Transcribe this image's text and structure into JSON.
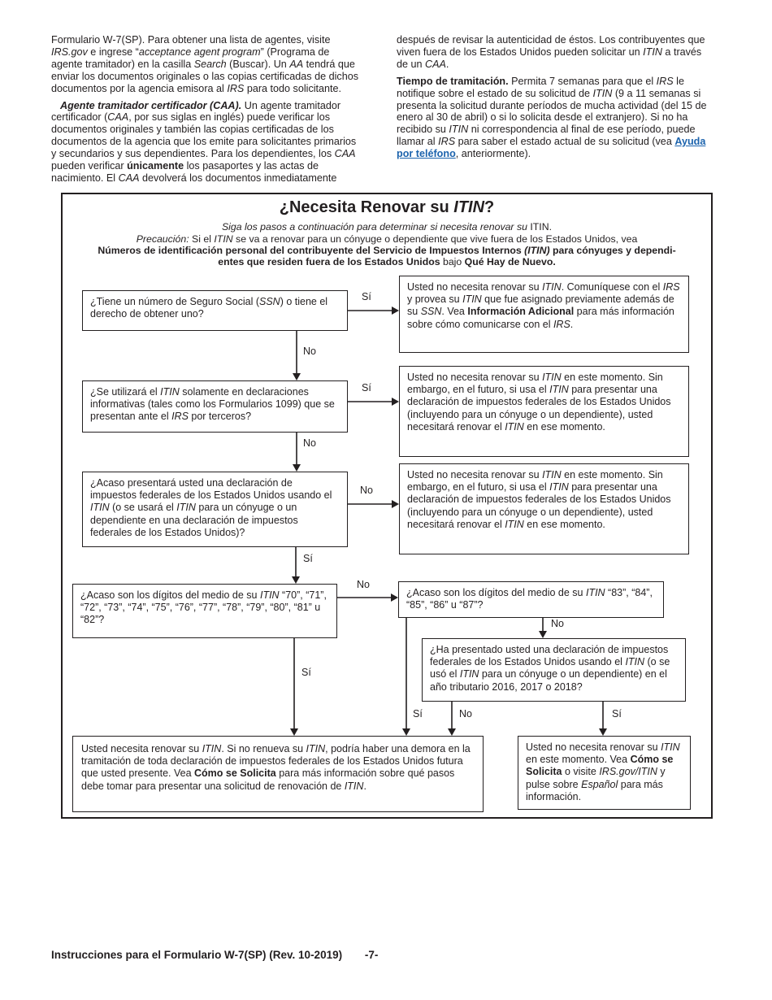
{
  "intro": {
    "left": [
      {
        "lines": [
          [
            "Formulario W-7(SP). Para obtener una lista de agentes, visite"
          ],
          [
            [
              "i",
              "IRS.gov"
            ],
            " e ingrese “",
            [
              "i",
              "acceptance agent program"
            ],
            "” (Programa de"
          ],
          [
            "agente tramitador) en la casilla ",
            [
              "i",
              "Search"
            ],
            " (Buscar). Un ",
            [
              "i",
              "AA"
            ],
            " tendrá que"
          ],
          [
            "enviar los documentos originales o las copias certificadas de dichos"
          ],
          [
            "documentos por la agencia emisora al ",
            [
              "i",
              "IRS"
            ],
            " para todo solicitante."
          ]
        ]
      },
      {
        "lines": [
          [
            [
              "in",
              ""
            ],
            [
              "bi",
              "Agente tramitador certificador (CAA)."
            ],
            "  Un agente tramitador"
          ],
          [
            "certificador (",
            [
              "i",
              "CAA"
            ],
            ", por sus siglas en inglés) puede verificar los"
          ],
          [
            "documentos originales y también las copias certificadas de los"
          ],
          [
            "documentos de la agencia que los emite para solicitantes primarios"
          ],
          [
            "y secundarios y sus dependientes. Para los dependientes, los ",
            [
              "i",
              "CAA"
            ]
          ],
          [
            "pueden verificar ",
            [
              "b",
              "únicamente"
            ],
            " los pasaportes y las actas de"
          ],
          [
            "nacimiento. El ",
            [
              "i",
              "CAA"
            ],
            " devolverá los documentos inmediatamente"
          ]
        ]
      }
    ],
    "right": [
      {
        "lines": [
          [
            "después de revisar la autenticidad de éstos. Los contribuyentes que"
          ],
          [
            "viven fuera de los Estados Unidos pueden solicitar un ",
            [
              "i",
              "ITIN"
            ],
            " a través"
          ],
          [
            "de un ",
            [
              "i",
              "CAA"
            ],
            "."
          ]
        ]
      },
      {
        "lines": [
          [
            [
              "b",
              "Tiempo de tramitación."
            ],
            "  Permita 7 semanas para que el ",
            [
              "i",
              "IRS"
            ],
            " le"
          ],
          [
            "notifique sobre el estado de su solicitud de ",
            [
              "i",
              "ITIN"
            ],
            " (9 a 11 semanas si"
          ],
          [
            "presenta la solicitud durante períodos de mucha actividad (del 15 de"
          ],
          [
            "enero al 30 de abril) o si lo solicita desde el extranjero). Si no ha"
          ],
          [
            "recibido su ",
            [
              "i",
              "ITIN"
            ],
            " ni correspondencia al final de ese período, puede"
          ],
          [
            "llamar al ",
            [
              "i",
              "IRS"
            ],
            " para saber el estado actual de su solicitud (vea ",
            [
              "link",
              "Ayuda"
            ]
          ],
          [
            [
              "link",
              "por teléfono"
            ],
            ", anteriormente)."
          ]
        ]
      }
    ]
  },
  "flowchart": {
    "title": [
      "¿Necesita Renovar su ",
      [
        "i",
        "ITIN"
      ],
      "?"
    ],
    "subtitle": [
      [
        "i",
        "Siga los pasos a continuación para determinar si necesita renovar su"
      ],
      " ITIN."
    ],
    "caution": [
      [
        "i",
        "Precaución:"
      ],
      " Si el ",
      [
        "i",
        "ITIN"
      ],
      " se va a renovar para un cónyuge o dependiente que vive fuera de los Estados Unidos, vea"
    ],
    "note_line1": [
      [
        "b",
        "Números de identificación personal del contribuyente del Servicio de Impuestos Internos "
      ],
      [
        "bi",
        "(ITIN)"
      ],
      [
        "b",
        " para cónyuges y dependi-"
      ]
    ],
    "note_line2": [
      [
        "b",
        "entes que residen fuera de los Estados Unidos"
      ],
      " bajo ",
      [
        "b",
        "Qué Hay de Nuevo."
      ]
    ],
    "boxes": {
      "q1": [
        "¿Tiene un número de Seguro Social (",
        [
          "i",
          "SSN"
        ],
        ") o tiene el derecho de obtener uno?"
      ],
      "a1": [
        "Usted no necesita renovar su ",
        [
          "i",
          "ITIN"
        ],
        ". Comuníquese con el ",
        [
          "i",
          "IRS"
        ],
        " y provea su ",
        [
          "i",
          "ITIN"
        ],
        " que fue asignado previamente además de su ",
        [
          "i",
          "SSN"
        ],
        ". Vea ",
        [
          "b",
          "Información Adicional"
        ],
        " para más información sobre cómo comunicarse con el ",
        [
          "i",
          "IRS"
        ],
        "."
      ],
      "q2": [
        "¿Se utilizará el ",
        [
          "i",
          "ITIN"
        ],
        " solamente en declaraciones informativas (tales como los Formularios 1099) que se presentan ante el ",
        [
          "i",
          "IRS"
        ],
        " por terceros?"
      ],
      "a2": [
        "Usted no necesita renovar su ",
        [
          "i",
          "ITIN"
        ],
        " en este momento. Sin embargo, en el futuro, si usa el ",
        [
          "i",
          "ITIN"
        ],
        " para presentar una declaración de impuestos federales de los Estados Unidos (incluyendo para un cónyuge o un dependiente), usted necesitará renovar el ",
        [
          "i",
          "ITIN"
        ],
        " en ese momento."
      ],
      "q3": [
        "¿Acaso presentará usted una declaración de impuestos federales de los Estados Unidos usando el ",
        [
          "i",
          "ITIN"
        ],
        " (o se usará el ",
        [
          "i",
          "ITIN"
        ],
        " para un cónyuge o un dependiente en una declaración de impuestos federales de los Estados Unidos)?"
      ],
      "a3": [
        "Usted no necesita renovar su ",
        [
          "i",
          "ITIN"
        ],
        " en este momento. Sin embargo, en el futuro, si usa el ",
        [
          "i",
          "ITIN"
        ],
        " para presentar una declaración de impuestos federales de los Estados Unidos (incluyendo para un cónyuge o un dependiente), usted necesitará renovar el ",
        [
          "i",
          "ITIN"
        ],
        " en ese momento."
      ],
      "q4": [
        "¿Acaso son los dígitos del medio de su ",
        [
          "i",
          "ITIN"
        ],
        " “70”, “71”, “72”, “73”, “74”, “75”, “76”, “77”, “78”, “79”, “80”, “81” u “82”?"
      ],
      "q5": [
        "¿Acaso son los dígitos del medio de su ",
        [
          "i",
          "ITIN"
        ],
        " “83”, “84”, “85”, “86” u “87”?"
      ],
      "q6": [
        "¿Ha presentado usted una declaración de impuestos federales de los Estados Unidos usando el ",
        [
          "i",
          "ITIN"
        ],
        " (o se usó el ",
        [
          "i",
          "ITIN"
        ],
        " para un cónyuge o un dependiente) en el año tributario 2016, 2017 o 2018?"
      ],
      "b1": [
        "Usted necesita renovar su ",
        [
          "i",
          "ITIN"
        ],
        ". Si no renueva su ",
        [
          "i",
          "ITIN"
        ],
        ", podría haber una demora en la tramitación de toda declaración de impuestos federales de los Estados Unidos futura que usted presente. Vea ",
        [
          "b",
          "Cómo se Solicita"
        ],
        " para más información sobre qué pasos debe tomar para presentar una solicitud de renovación de ",
        [
          "i",
          "ITIN"
        ],
        "."
      ],
      "b2": [
        "Usted no necesita renovar su ",
        [
          "i",
          "ITIN"
        ],
        " en este momento. Vea ",
        [
          "b",
          "Cómo se Solicita"
        ],
        " o visite ",
        [
          "i",
          "IRS.gov/ITIN"
        ],
        " y pulse sobre ",
        [
          "i",
          "Español"
        ],
        " para más información."
      ]
    },
    "labels": {
      "si": "Sí",
      "no": "No"
    }
  },
  "footer": {
    "text": "Instrucciones para el Formulario W-7(SP) (Rev. 10-2019)",
    "page": "-7-"
  }
}
